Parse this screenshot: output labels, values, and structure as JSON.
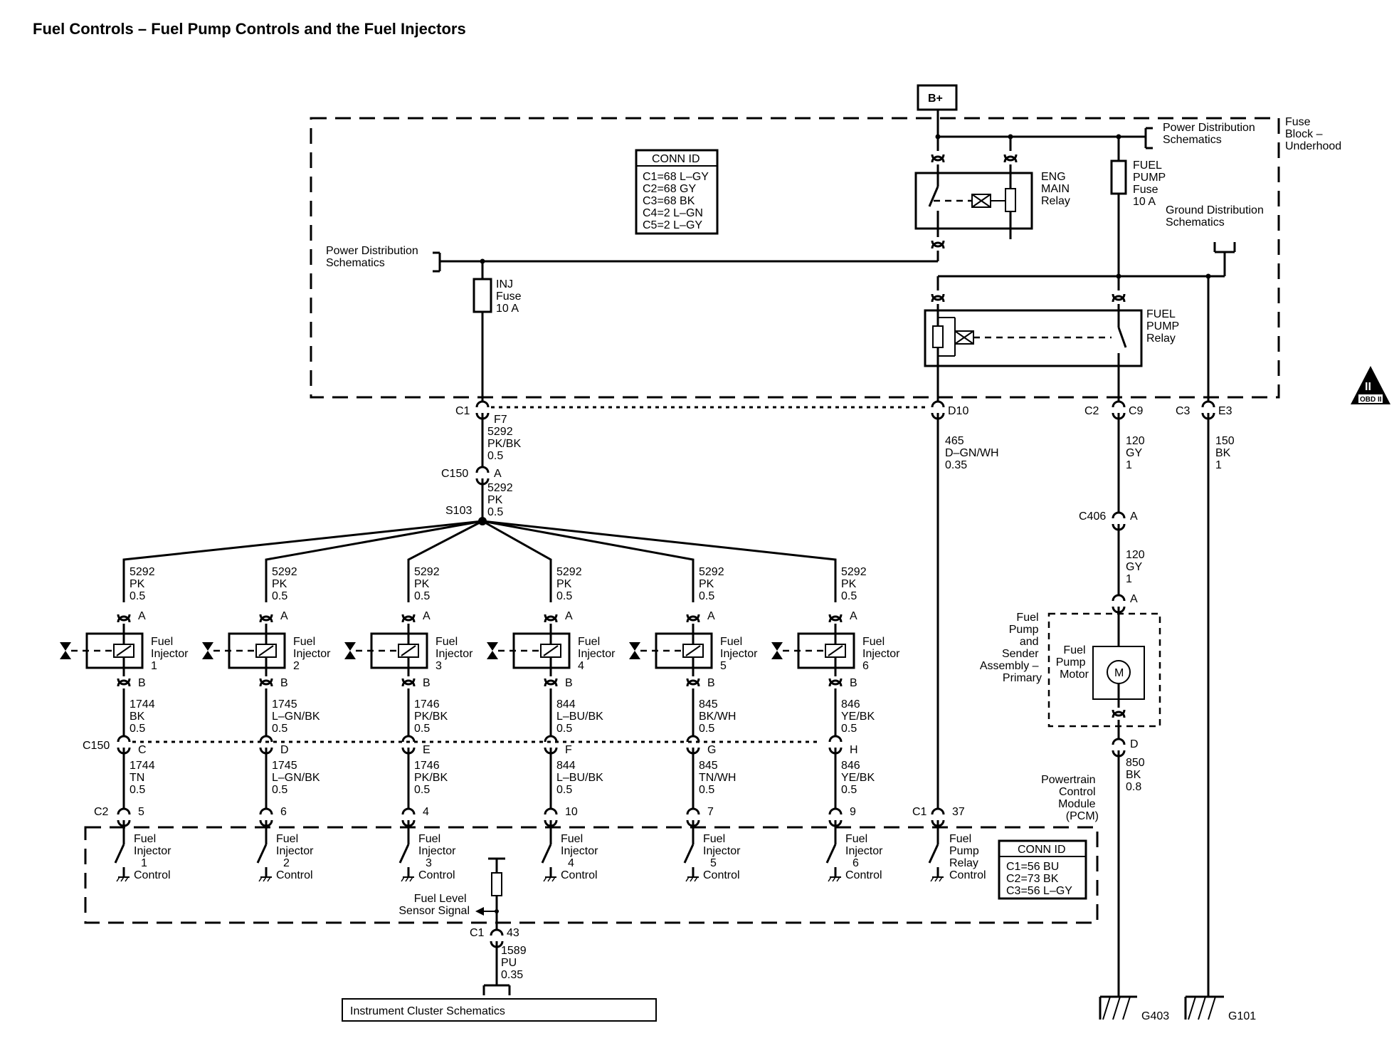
{
  "title": "Fuel Controls – Fuel Pump Controls and the Fuel Injectors",
  "battery": "B+",
  "fuse_block": [
    "Fuse",
    "Block –",
    "Underhood"
  ],
  "power_dist_right": [
    "Power Distribution",
    "Schematics"
  ],
  "power_dist_left": [
    "Power Distribution",
    "Schematics"
  ],
  "ground_dist": [
    "Ground Distribution",
    "Schematics"
  ],
  "conn_top": {
    "header": "CONN ID",
    "lines": [
      "C1=68 L–GY",
      "C2=68 GY",
      "C3=68 BK",
      "C4=2 L–GN",
      "C5=2 L–GY"
    ]
  },
  "eng_main_relay": [
    "ENG",
    "MAIN",
    "Relay"
  ],
  "fuel_pump_fuse": [
    "FUEL",
    "PUMP",
    "Fuse",
    "10 A"
  ],
  "inj_fuse": [
    "INJ",
    "Fuse",
    "10 A"
  ],
  "fuel_pump_relay": [
    "FUEL",
    "PUMP",
    "Relay"
  ],
  "connectors": {
    "c1": "C1",
    "f7": "F7",
    "d10": "D10",
    "c2": "C2",
    "c9": "C9",
    "c3": "C3",
    "e3": "E3",
    "c150_a": "C150",
    "a": "A",
    "s103": "S103",
    "c406": "C406",
    "a2": "A",
    "a3": "A",
    "d": "D",
    "c150_row": "C150",
    "c2_row": "C2",
    "c1_37": "C1",
    "pin37": "37",
    "c1_43": "C1",
    "pin43": "43"
  },
  "wire_f7": [
    "5292",
    "PK/BK",
    "0.5"
  ],
  "wire_c150": [
    "5292",
    "PK",
    "0.5"
  ],
  "wire_d10": [
    "465",
    "D–GN/WH",
    "0.35"
  ],
  "wire_c9": [
    "120",
    "GY",
    "1"
  ],
  "wire_e3": [
    "150",
    "BK",
    "1"
  ],
  "wire_c406": [
    "120",
    "GY",
    "1"
  ],
  "wire_pump_gnd": [
    "850",
    "BK",
    "0.8"
  ],
  "wire_fuel_level": [
    "1589",
    "PU",
    "0.35"
  ],
  "injectors": [
    {
      "top": [
        "5292",
        "PK",
        "0.5"
      ],
      "pin_a": "A",
      "name": [
        "Fuel",
        "Injector",
        "1"
      ],
      "pin_b": "B",
      "mid": [
        "1744",
        "BK",
        "0.5"
      ],
      "c150": "C",
      "bot": [
        "1744",
        "TN",
        "0.5"
      ],
      "pcm_pin": "5",
      "ctrl": [
        "Fuel",
        "Injector",
        "1",
        "Control"
      ]
    },
    {
      "top": [
        "5292",
        "PK",
        "0.5"
      ],
      "pin_a": "A",
      "name": [
        "Fuel",
        "Injector",
        "2"
      ],
      "pin_b": "B",
      "mid": [
        "1745",
        "L–GN/BK",
        "0.5"
      ],
      "c150": "D",
      "bot": [
        "1745",
        "L–GN/BK",
        "0.5"
      ],
      "pcm_pin": "6",
      "ctrl": [
        "Fuel",
        "Injector",
        "2",
        "Control"
      ]
    },
    {
      "top": [
        "5292",
        "PK",
        "0.5"
      ],
      "pin_a": "A",
      "name": [
        "Fuel",
        "Injector",
        "3"
      ],
      "pin_b": "B",
      "mid": [
        "1746",
        "PK/BK",
        "0.5"
      ],
      "c150": "E",
      "bot": [
        "1746",
        "PK/BK",
        "0.5"
      ],
      "pcm_pin": "4",
      "ctrl": [
        "Fuel",
        "Injector",
        "3",
        "Control"
      ]
    },
    {
      "top": [
        "5292",
        "PK",
        "0.5"
      ],
      "pin_a": "A",
      "name": [
        "Fuel",
        "Injector",
        "4"
      ],
      "pin_b": "B",
      "mid": [
        "844",
        "L–BU/BK",
        "0.5"
      ],
      "c150": "F",
      "bot": [
        "844",
        "L–BU/BK",
        "0.5"
      ],
      "pcm_pin": "10",
      "ctrl": [
        "Fuel",
        "Injector",
        "4",
        "Control"
      ]
    },
    {
      "top": [
        "5292",
        "PK",
        "0.5"
      ],
      "pin_a": "A",
      "name": [
        "Fuel",
        "Injector",
        "5"
      ],
      "pin_b": "B",
      "mid": [
        "845",
        "BK/WH",
        "0.5"
      ],
      "c150": "G",
      "bot": [
        "845",
        "TN/WH",
        "0.5"
      ],
      "pcm_pin": "7",
      "ctrl": [
        "Fuel",
        "Injector",
        "5",
        "Control"
      ]
    },
    {
      "top": [
        "5292",
        "PK",
        "0.5"
      ],
      "pin_a": "A",
      "name": [
        "Fuel",
        "Injector",
        "6"
      ],
      "pin_b": "B",
      "mid": [
        "846",
        "YE/BK",
        "0.5"
      ],
      "c150": "H",
      "bot": [
        "846",
        "YE/BK",
        "0.5"
      ],
      "pcm_pin": "9",
      "ctrl": [
        "Fuel",
        "Injector",
        "6",
        "Control"
      ]
    }
  ],
  "fuel_pump_assembly": [
    "Fuel",
    "Pump",
    "and",
    "Sender",
    "Assembly –",
    "Primary"
  ],
  "fuel_pump_motor": [
    "Fuel",
    "Pump",
    "Motor"
  ],
  "motor_symbol": "M",
  "pcm_label": [
    "Powertrain",
    "Control",
    "Module",
    "(PCM)"
  ],
  "fuel_pump_relay_control": [
    "Fuel",
    "Pump",
    "Relay",
    "Control"
  ],
  "conn_pcm": {
    "header": "CONN ID",
    "lines": [
      "C1=56 BU",
      "C2=73 BK",
      "C3=56 L–GY"
    ]
  },
  "fuel_level_signal": [
    "Fuel Level",
    "Sensor Signal"
  ],
  "instrument_cluster": "Instrument Cluster Schematics",
  "grounds": [
    "G403",
    "G101"
  ],
  "obd_badge": {
    "mark": "II",
    "text": "OBD II"
  }
}
